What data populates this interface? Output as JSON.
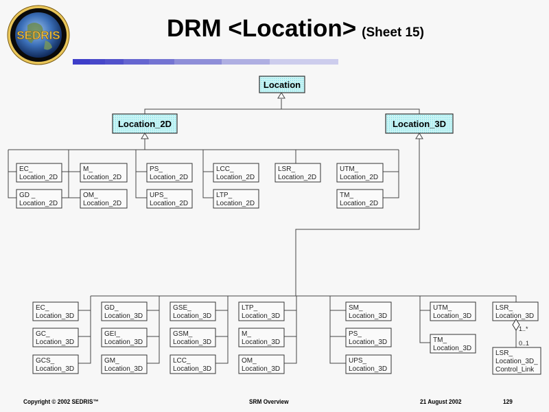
{
  "slide": {
    "title_main": "DRM <Location>",
    "title_sub": "(Sheet 15)",
    "logo_text": "SEDRIS",
    "accent_bar_colors": [
      "#3e3ec9",
      "#4848c9",
      "#5252cb",
      "#6666d0",
      "#7474d2",
      "#8e8ed8",
      "#afafe2",
      "#cdcded"
    ]
  },
  "diagram": {
    "root": "Location",
    "level1": [
      "Location_2D",
      "Location_3D"
    ],
    "classes_2d": [
      [
        "EC_",
        "Location_2D"
      ],
      [
        "GD _",
        "Location_2D"
      ],
      [
        "M_",
        "Location_2D"
      ],
      [
        "OM_",
        "Location_2D"
      ],
      [
        "PS_",
        "Location_2D"
      ],
      [
        "UPS_",
        "Location_2D"
      ],
      [
        "LCC_",
        "Location_2D"
      ],
      [
        "LTP_",
        "Location_2D"
      ],
      [
        "LSR_",
        "Location_2D"
      ],
      [
        "UTM_",
        "Location_2D"
      ],
      [
        "TM_",
        "Location_2D"
      ]
    ],
    "classes_3d": [
      [
        "EC_",
        "Location_3D"
      ],
      [
        "GC_",
        "Location_3D"
      ],
      [
        "GCS_",
        "Location_3D"
      ],
      [
        "GD_",
        "Location_3D"
      ],
      [
        "GEI_",
        "Location_3D"
      ],
      [
        "GM_",
        "Location_3D"
      ],
      [
        "GSE_",
        "Location_3D"
      ],
      [
        "GSM_",
        "Location_3D"
      ],
      [
        "LCC_",
        "Location_3D"
      ],
      [
        "LTP_",
        "Location_3D"
      ],
      [
        "M_",
        "Location_3D"
      ],
      [
        "OM_",
        "Location_3D"
      ],
      [
        "SM_",
        "Location_3D"
      ],
      [
        "PS_",
        "Location_3D"
      ],
      [
        "UPS_",
        "Location_3D"
      ],
      [
        "UTM_",
        "Location_3D"
      ],
      [
        "TM_",
        "Location_3D"
      ],
      [
        "LSR_",
        "Location_3D"
      ]
    ],
    "control_link": [
      "LSR_",
      "Location_3D_",
      "Control_Link"
    ],
    "multiplicity_top": "1..*",
    "multiplicity_bottom": "0..1",
    "abstract_fill": "#c8f4f4",
    "abstract_dot": "#6fd8e8"
  },
  "footer": {
    "copyright": "Copyright © 2002 SEDRIS™",
    "center": "SRM Overview",
    "date": "21 August 2002",
    "page": "129"
  }
}
